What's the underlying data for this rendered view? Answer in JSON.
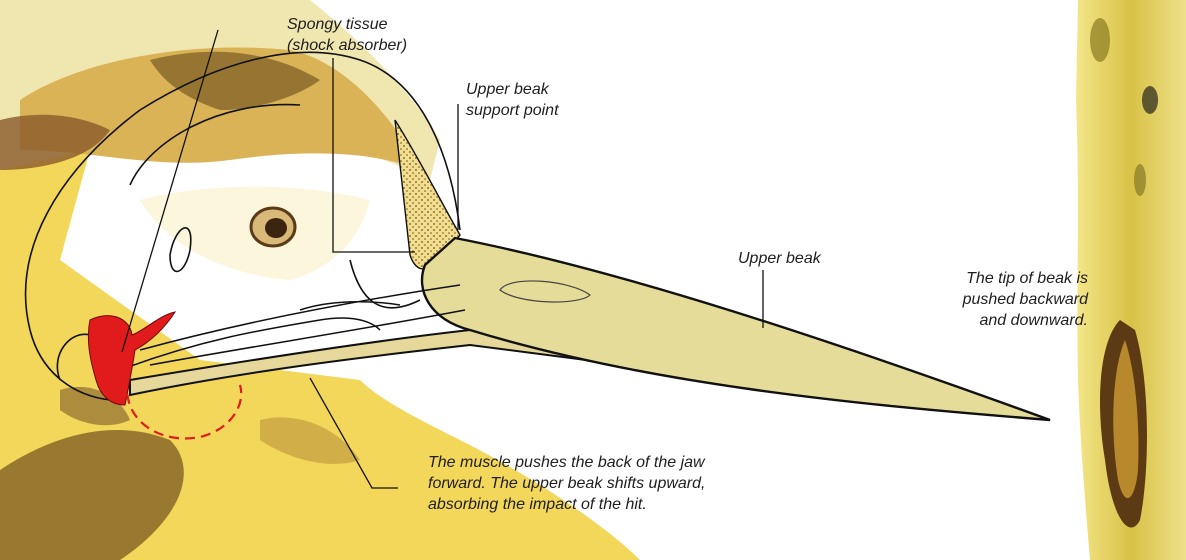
{
  "labels": {
    "spongy_tissue": [
      "Spongy tissue",
      "(shock absorber)"
    ],
    "support_point": [
      "Upper beak",
      "support point"
    ],
    "upper_beak": "Upper beak",
    "tip": [
      "The tip of beak is",
      "pushed backward",
      "and downward."
    ],
    "muscle": [
      "The muscle pushes the back of the jaw",
      "forward. The upper beak shifts upward,",
      "absorbing the impact of the hit."
    ]
  },
  "colors": {
    "plumage_yellow": "#f3db5a",
    "plumage_brown": "#8a5a2a",
    "beak": "#e6dc9a",
    "outline": "#111111",
    "muscle_red": "#e11b1b",
    "tree_bark": "#d9c24a"
  }
}
